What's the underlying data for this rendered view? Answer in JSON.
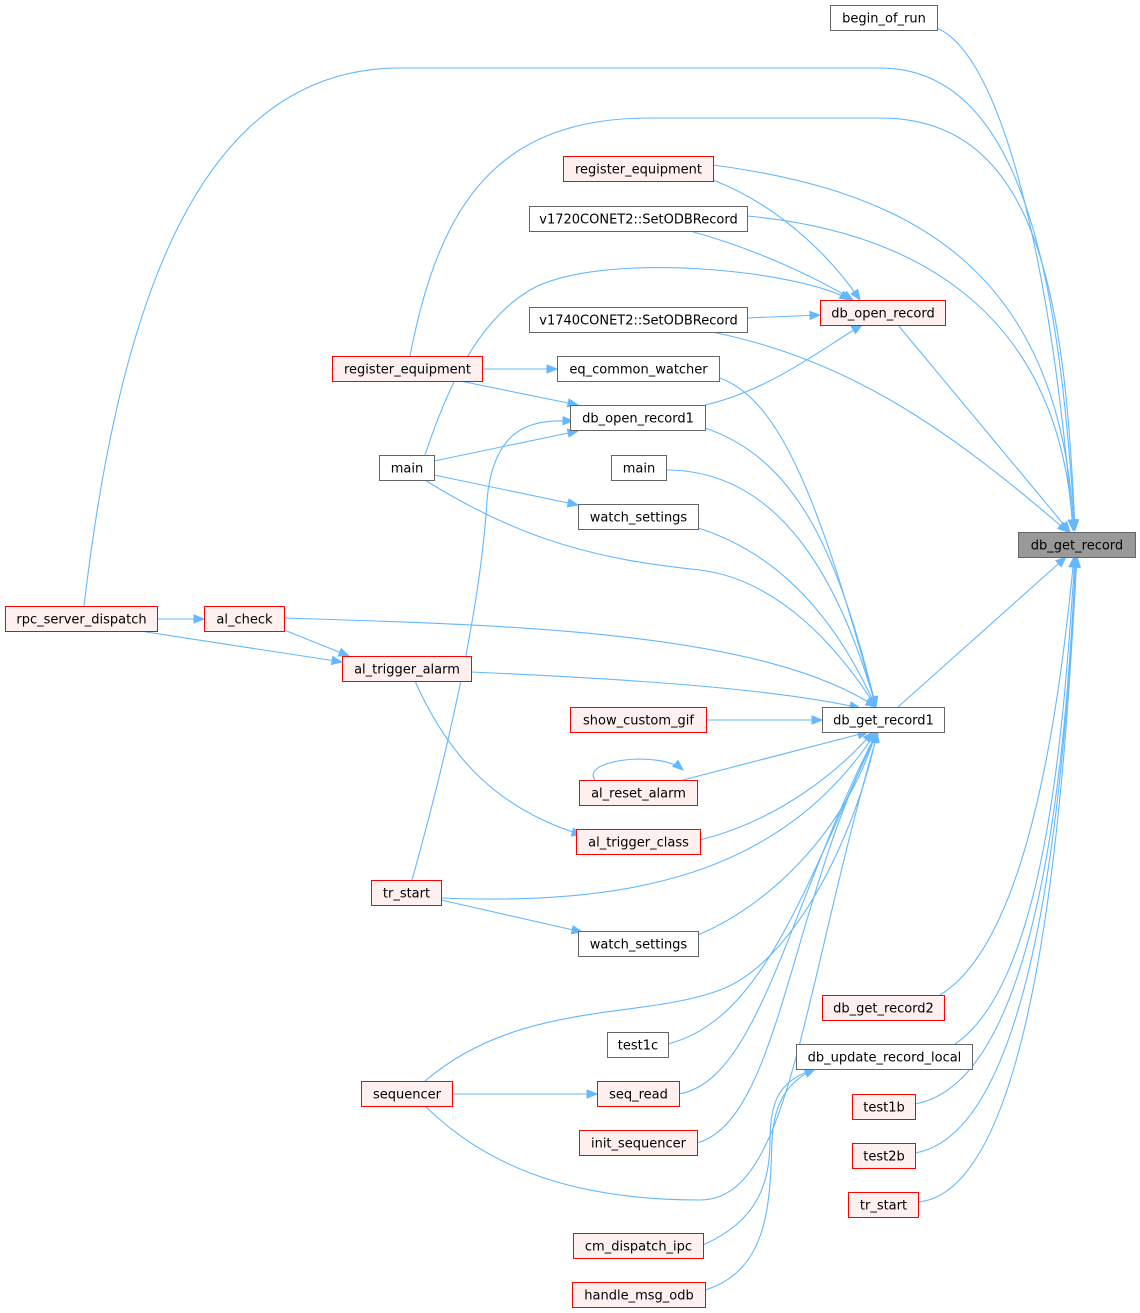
{
  "colors": {
    "edge": "#63b8ff",
    "normal_fill": "#ffffff",
    "normal_stroke": "#666666",
    "red_fill": "#fff0f0",
    "red_stroke": "#ff0000",
    "focus_fill": "#999999",
    "focus_stroke": "#666666"
  },
  "nodes": [
    {
      "id": "begin_of_run",
      "label": "begin_of_run",
      "style": "normal"
    },
    {
      "id": "register_equipment_a",
      "label": "register_equipment",
      "style": "red"
    },
    {
      "id": "v1720",
      "label": "v1720CONET2::SetODBRecord",
      "style": "normal"
    },
    {
      "id": "db_open_record",
      "label": "db_open_record",
      "style": "red"
    },
    {
      "id": "v1740",
      "label": "v1740CONET2::SetODBRecord",
      "style": "normal"
    },
    {
      "id": "register_equipment_b",
      "label": "register_equipment",
      "style": "red"
    },
    {
      "id": "eq_common_watcher",
      "label": "eq_common_watcher",
      "style": "normal"
    },
    {
      "id": "db_open_record1",
      "label": "db_open_record1",
      "style": "normal"
    },
    {
      "id": "main_left",
      "label": "main",
      "style": "normal"
    },
    {
      "id": "main_mid",
      "label": "main",
      "style": "normal"
    },
    {
      "id": "watch_settings_a",
      "label": "watch_settings",
      "style": "normal"
    },
    {
      "id": "db_get_record",
      "label": "db_get_record",
      "style": "focus"
    },
    {
      "id": "rpc_server_dispatch",
      "label": "rpc_server_dispatch",
      "style": "red"
    },
    {
      "id": "al_check",
      "label": "al_check",
      "style": "red"
    },
    {
      "id": "al_trigger_alarm",
      "label": "al_trigger_alarm",
      "style": "red"
    },
    {
      "id": "show_custom_gif",
      "label": "show_custom_gif",
      "style": "red"
    },
    {
      "id": "db_get_record1",
      "label": "db_get_record1",
      "style": "normal"
    },
    {
      "id": "al_reset_alarm",
      "label": "al_reset_alarm",
      "style": "red"
    },
    {
      "id": "al_trigger_class",
      "label": "al_trigger_class",
      "style": "red"
    },
    {
      "id": "tr_start_a",
      "label": "tr_start",
      "style": "red"
    },
    {
      "id": "watch_settings_b",
      "label": "watch_settings",
      "style": "normal"
    },
    {
      "id": "db_get_record2",
      "label": "db_get_record2",
      "style": "red"
    },
    {
      "id": "test1c",
      "label": "test1c",
      "style": "normal"
    },
    {
      "id": "db_update_record_local",
      "label": "db_update_record_local",
      "style": "normal"
    },
    {
      "id": "sequencer",
      "label": "sequencer",
      "style": "red"
    },
    {
      "id": "seq_read",
      "label": "seq_read",
      "style": "red"
    },
    {
      "id": "test1b",
      "label": "test1b",
      "style": "red"
    },
    {
      "id": "init_sequencer",
      "label": "init_sequencer",
      "style": "red"
    },
    {
      "id": "test2b",
      "label": "test2b",
      "style": "red"
    },
    {
      "id": "tr_start_b",
      "label": "tr_start",
      "style": "red"
    },
    {
      "id": "cm_dispatch_ipc",
      "label": "cm_dispatch_ipc",
      "style": "red"
    },
    {
      "id": "handle_msg_odb",
      "label": "handle_msg_odb",
      "style": "red"
    }
  ],
  "edges": [
    {
      "from": "begin_of_run",
      "to": "db_get_record"
    },
    {
      "from": "rpc_server_dispatch",
      "to": "db_get_record"
    },
    {
      "from": "register_equipment_b",
      "to": "db_get_record"
    },
    {
      "from": "register_equipment_a",
      "to": "db_get_record"
    },
    {
      "from": "v1720",
      "to": "db_get_record"
    },
    {
      "from": "v1740",
      "to": "db_get_record"
    },
    {
      "from": "db_open_record",
      "to": "db_get_record"
    },
    {
      "from": "db_get_record1",
      "to": "db_get_record"
    },
    {
      "from": "db_get_record2",
      "to": "db_get_record"
    },
    {
      "from": "db_update_record_local",
      "to": "db_get_record"
    },
    {
      "from": "test1b",
      "to": "db_get_record"
    },
    {
      "from": "test2b",
      "to": "db_get_record"
    },
    {
      "from": "tr_start_b",
      "to": "db_get_record"
    },
    {
      "from": "register_equipment_a",
      "to": "db_open_record"
    },
    {
      "from": "v1720",
      "to": "db_open_record"
    },
    {
      "from": "v1740",
      "to": "db_open_record"
    },
    {
      "from": "main_left",
      "to": "db_open_record"
    },
    {
      "from": "db_open_record1",
      "to": "db_open_record"
    },
    {
      "from": "register_equipment_b",
      "to": "eq_common_watcher"
    },
    {
      "from": "register_equipment_b",
      "to": "db_open_record1"
    },
    {
      "from": "main_left",
      "to": "db_open_record1"
    },
    {
      "from": "tr_start_a",
      "to": "db_open_record1"
    },
    {
      "from": "main_left",
      "to": "watch_settings_a"
    },
    {
      "from": "rpc_server_dispatch",
      "to": "al_check"
    },
    {
      "from": "rpc_server_dispatch",
      "to": "al_trigger_alarm"
    },
    {
      "from": "al_check",
      "to": "al_trigger_alarm"
    },
    {
      "from": "al_trigger_alarm",
      "to": "al_trigger_class"
    },
    {
      "from": "al_reset_alarm",
      "to": "al_reset_alarm"
    },
    {
      "from": "tr_start_a",
      "to": "watch_settings_b"
    },
    {
      "from": "sequencer",
      "to": "seq_read"
    },
    {
      "from": "eq_common_watcher",
      "to": "db_get_record1"
    },
    {
      "from": "db_open_record1",
      "to": "db_get_record1"
    },
    {
      "from": "main_mid",
      "to": "db_get_record1"
    },
    {
      "from": "main_left",
      "to": "db_get_record1"
    },
    {
      "from": "watch_settings_a",
      "to": "db_get_record1"
    },
    {
      "from": "al_check",
      "to": "db_get_record1"
    },
    {
      "from": "al_trigger_alarm",
      "to": "db_get_record1"
    },
    {
      "from": "show_custom_gif",
      "to": "db_get_record1"
    },
    {
      "from": "al_reset_alarm",
      "to": "db_get_record1"
    },
    {
      "from": "al_trigger_class",
      "to": "db_get_record1"
    },
    {
      "from": "tr_start_a",
      "to": "db_get_record1"
    },
    {
      "from": "watch_settings_b",
      "to": "db_get_record1"
    },
    {
      "from": "sequencer",
      "to": "db_get_record1"
    },
    {
      "from": "test1c",
      "to": "db_get_record1"
    },
    {
      "from": "seq_read",
      "to": "db_get_record1"
    },
    {
      "from": "init_sequencer",
      "to": "db_get_record1"
    },
    {
      "from": "cm_dispatch_ipc",
      "to": "db_update_record_local"
    },
    {
      "from": "handle_msg_odb",
      "to": "db_update_record_local"
    }
  ]
}
